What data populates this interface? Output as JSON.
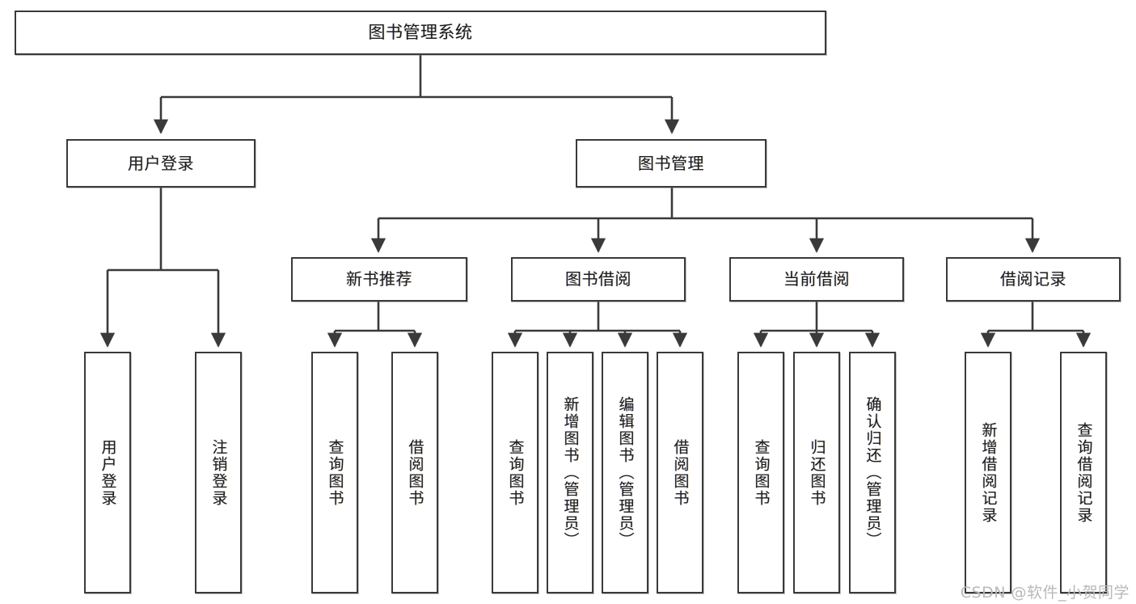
{
  "diagram": {
    "title": "图书管理系统",
    "type": "tree",
    "theme": {
      "background": "#ffffff",
      "node_border": "#3a3a3a",
      "node_fill": "#ffffff",
      "edge_color": "#3a3a3a",
      "text_color": "#1d1d1d",
      "watermark_color": "#b9b9b9"
    },
    "root": {
      "label": "图书管理系统"
    },
    "level2": [
      {
        "label": "用户登录"
      },
      {
        "label": "图书管理"
      }
    ],
    "level3": [
      {
        "label": "新书推荐"
      },
      {
        "label": "图书借阅"
      },
      {
        "label": "当前借阅"
      },
      {
        "label": "借阅记录"
      }
    ],
    "leaves": {
      "user_login": [
        {
          "label": "用户登录"
        },
        {
          "label": "注销登录"
        }
      ],
      "new_book_recommend": [
        {
          "label": "查询图书"
        },
        {
          "label": "借阅图书"
        }
      ],
      "book_borrow": [
        {
          "label": "查询图书"
        },
        {
          "label": "新增图书（管理员）"
        },
        {
          "label": "编辑图书（管理员）"
        },
        {
          "label": "借阅图书"
        }
      ],
      "current_borrow": [
        {
          "label": "查询图书"
        },
        {
          "label": "归还图书"
        },
        {
          "label": "确认归还（管理员）"
        }
      ],
      "borrow_record": [
        {
          "label": "新增借阅记录"
        },
        {
          "label": "查询借阅记录"
        }
      ]
    }
  },
  "watermark": {
    "text": "CSDN @软件_小贺同学"
  }
}
